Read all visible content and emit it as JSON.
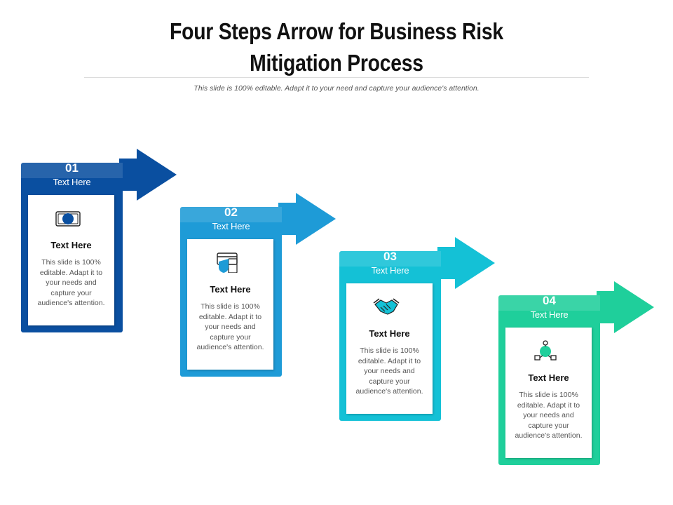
{
  "header": {
    "title_line1": "Four Steps Arrow for Business Risk",
    "title_line2": "Mitigation Process",
    "subtitle": "This slide is 100% editable. Adapt it to your need and capture your audience's attention."
  },
  "steps": [
    {
      "number": "01",
      "label": "Text Here",
      "card_title": "Text Here",
      "card_body": "This slide is 100% editable. Adapt it to your needs and capture your audience's attention.",
      "color": "#0a4fa0",
      "icon": "money-icon"
    },
    {
      "number": "02",
      "label": "Text Here",
      "card_title": "Text Here",
      "card_body": "This slide is 100% editable. Adapt it to your needs and capture your audience's attention.",
      "color": "#1e9bd7",
      "icon": "card-shield-icon"
    },
    {
      "number": "03",
      "label": "Text Here",
      "card_title": "Text Here",
      "card_body": "This slide is 100% editable. Adapt it to your needs and capture your audience's attention.",
      "color": "#14c1d6",
      "icon": "handshake-icon"
    },
    {
      "number": "04",
      "label": "Text Here",
      "card_title": "Text Here",
      "card_body": "This slide is 100% editable. Adapt it to your needs and capture your audience's attention.",
      "color": "#1fcf9b",
      "icon": "network-icon"
    }
  ]
}
